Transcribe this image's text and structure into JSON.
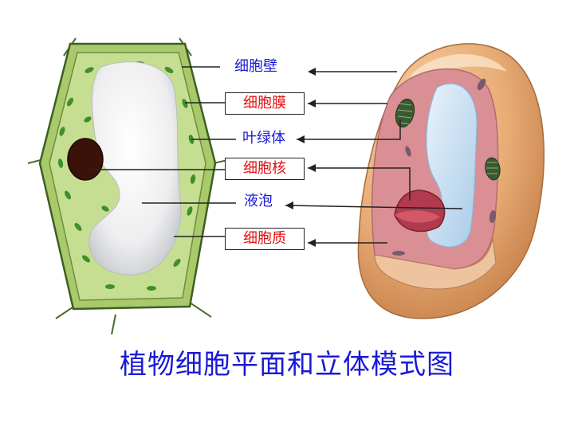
{
  "labels": [
    {
      "id": "cell-wall",
      "text": "细胞壁",
      "boxed": false
    },
    {
      "id": "cell-membrane",
      "text": "细胞膜",
      "boxed": true
    },
    {
      "id": "chloroplast",
      "text": "叶绿体",
      "boxed": false
    },
    {
      "id": "nucleus",
      "text": "细胞核",
      "boxed": true
    },
    {
      "id": "vacuole",
      "text": "液泡",
      "boxed": false
    },
    {
      "id": "cytoplasm",
      "text": "细胞质",
      "boxed": true
    }
  ],
  "title": "植物细胞平面和立体模式图",
  "colors": {
    "plain_label": "#1a1ad6",
    "boxed_label": "#e01010",
    "title": "#1a1ad6",
    "wall_green": "#b7d77a",
    "cyto_green": "#cfe3a2",
    "chloroplast_green": "#3f8f2a",
    "vacuole_white": "#f2f2f4",
    "nucleus_dark": "#3a1208",
    "cell3d_outer": "#e9b079",
    "cell3d_inner": "#d9989a",
    "cell3d_vacuole": "#c6def2"
  }
}
